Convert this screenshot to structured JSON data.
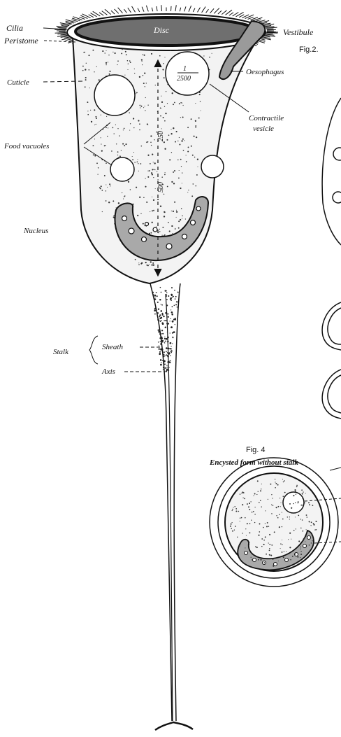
{
  "figure_labels": {
    "fig2": "Fig.2.",
    "fig4": "Fig. 4",
    "fig4_caption": "Encysted form without stalk"
  },
  "labels": {
    "cilia": "Cilia",
    "disc": "Disc",
    "vestibule": "Vestibule",
    "peristome": "Peristome",
    "oesophagus": "Oesophagus",
    "cuticle": "Cuticle",
    "contractile_vesicle_1": "Contractile",
    "contractile_vesicle_2": "vesicle",
    "food_vacuoles": "Food vacuoles",
    "nucleus": "Nucleus",
    "stalk": "Stalk",
    "sheath": "Sheath",
    "axis": "Axis"
  },
  "scale": {
    "fraction_num": "1",
    "fraction_den": "2500",
    "measure_250": "250",
    "measure_500": "500"
  },
  "colors": {
    "ink": "#111111",
    "disc_fill": "#6f6f6f",
    "nucleus_fill": "#a9a9a9",
    "body_fill": "#f3f3f3"
  }
}
